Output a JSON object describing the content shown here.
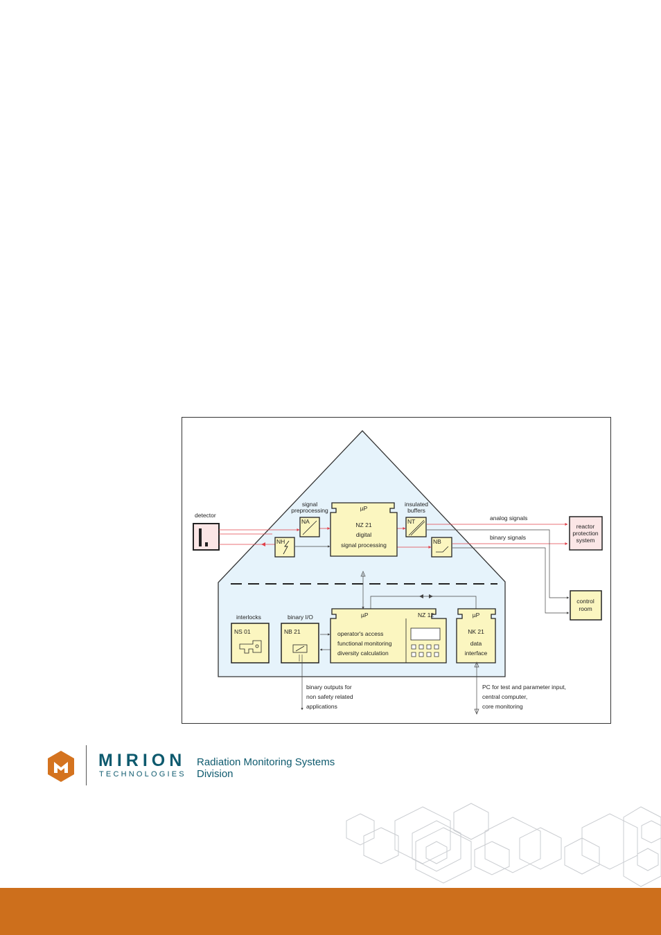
{
  "diagram": {
    "labels": {
      "detector": "detector",
      "signal_preprocessing_1": "signal",
      "signal_preprocessing_2": "preprocessing",
      "na": "NA",
      "nh": "NH",
      "mu_p_top": "µP",
      "nz21_1": "NZ 21",
      "nz21_2": "digital",
      "nz21_3": "signal  processing",
      "insulated_1": "insulated",
      "insulated_2": "buffers",
      "nt": "NT",
      "nb": "NB",
      "analog_signals": "analog signals",
      "binary_signals": "binary signals",
      "reactor_1": "reactor",
      "reactor_2": "protection",
      "reactor_3": "system",
      "control_1": "control",
      "control_2": "room",
      "interlocks": "interlocks",
      "ns01": "NS 01",
      "binary_io": "binary I/O",
      "nb21": "NB 21",
      "mu_p_nz12": "µP",
      "nz12": "NZ 12",
      "operators_access": "operator's access",
      "functional_monitoring": "functional monitoring",
      "diversity_calculation": "diversity calculation",
      "mu_p_nk21": "µP",
      "nk21_1": "NK 21",
      "nk21_2": "data",
      "nk21_3": "interface",
      "binary_outputs_1": "binary outputs for",
      "binary_outputs_2": "non safety related",
      "binary_outputs_3": "applications",
      "pc_1": "PC for test and parameter input,",
      "pc_2": "central computer,",
      "pc_3": "core monitoring"
    }
  },
  "footer": {
    "brand_name": "MIRION",
    "brand_sub": "TECHNOLOGIES",
    "division_line1": "Radiation Monitoring Systems",
    "division_line2": "Division"
  },
  "colors": {
    "house_fill": "#e6f3fb",
    "module_fill": "#fbf6c0",
    "pink_fill": "#fbe6e6",
    "signal_red": "#e0404a",
    "brand_teal": "#0e5a6e",
    "brand_orange": "#d4731f",
    "band_orange": "#cd6f1c"
  },
  "icons": [
    "mirion-logo-icon",
    "hexagon-pattern-icon",
    "key-switch-icon",
    "relay-icon"
  ]
}
